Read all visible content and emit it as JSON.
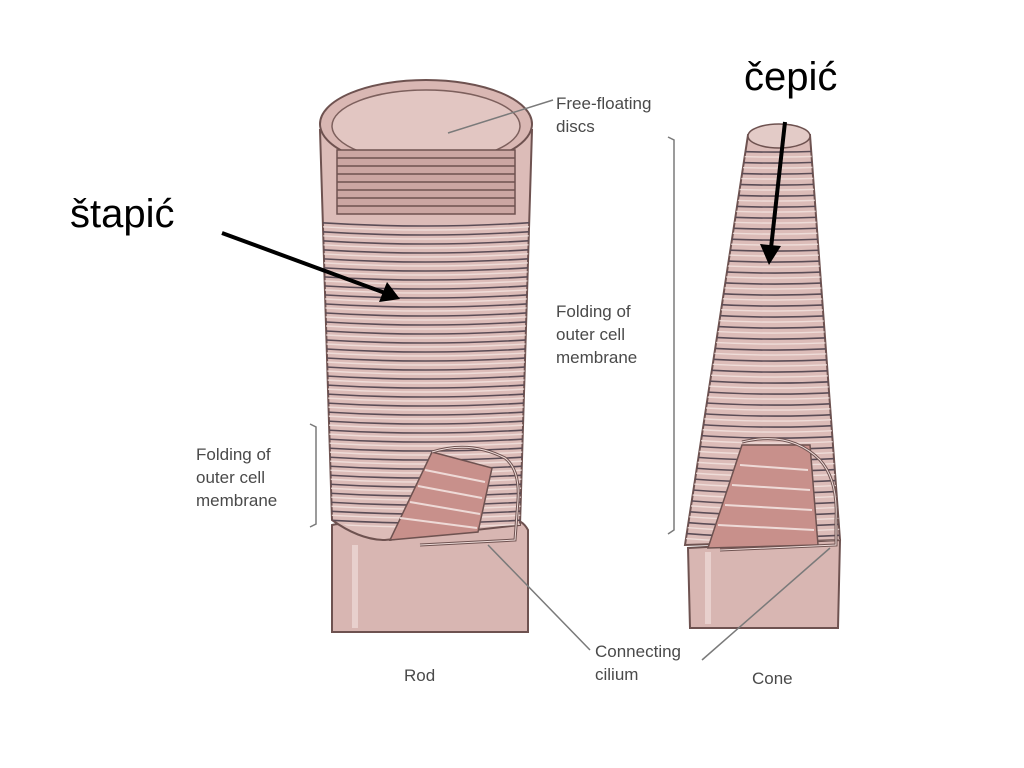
{
  "overlay_labels": {
    "rod_term": "štapić",
    "cone_term": "čepić"
  },
  "labels": {
    "free_floating": [
      "Free-floating",
      "discs"
    ],
    "folding_right": [
      "Folding of",
      "outer cell",
      "membrane"
    ],
    "folding_left": [
      "Folding of",
      "outer cell",
      "membrane"
    ],
    "connecting": [
      "Connecting",
      "cilium"
    ],
    "rod": "Rod",
    "cone": "Cone"
  },
  "colors": {
    "tissue": "#dcbcb8",
    "tissue_dark": "#c9a19c",
    "inner": "#c8908b",
    "outline": "#6e5250",
    "stripe": "#5a4c56",
    "highlight": "#f3e3e0",
    "leader": "#7a7a7a",
    "arrow": "#000000"
  }
}
